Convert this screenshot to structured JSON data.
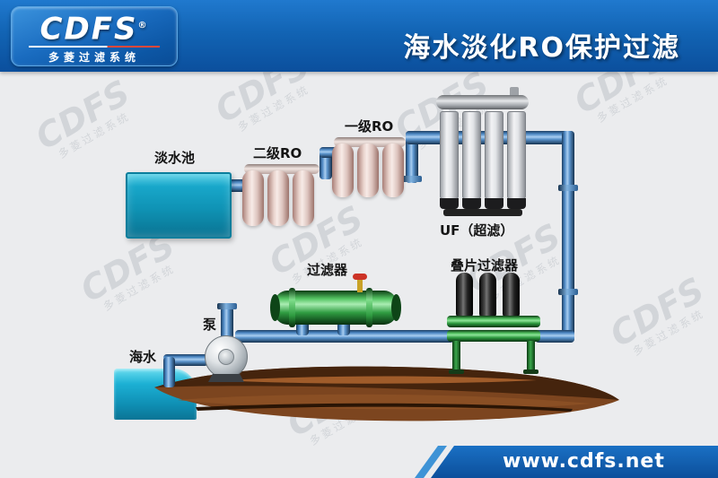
{
  "header": {
    "logo": {
      "brand": "CDFS",
      "reg": "®",
      "tagline": "多菱过滤系统"
    },
    "title": "海水淡化RO保护过滤"
  },
  "watermark": {
    "brand": "CDFS",
    "tagline": "多菱过滤系统"
  },
  "diagram": {
    "labels": {
      "freshwater_tank": "淡水池",
      "secondary_ro": "二级RO",
      "primary_ro": "一级RO",
      "uf": "UF（超滤）",
      "filter": "过滤器",
      "disc_filter": "叠片过滤器",
      "pump": "泵",
      "seawater": "海水"
    },
    "colors": {
      "header_blue": "#0d57a6",
      "pipe_blue": "#4b86c2",
      "tank_teal": "#13a0c4",
      "ro_vessel_pink": "#ecd9d5",
      "equipment_green": "#2f9c41",
      "ground_brown": "#7c451f",
      "accent_red": "#e8483a"
    }
  },
  "footer": {
    "url": "www.cdfs.net"
  }
}
